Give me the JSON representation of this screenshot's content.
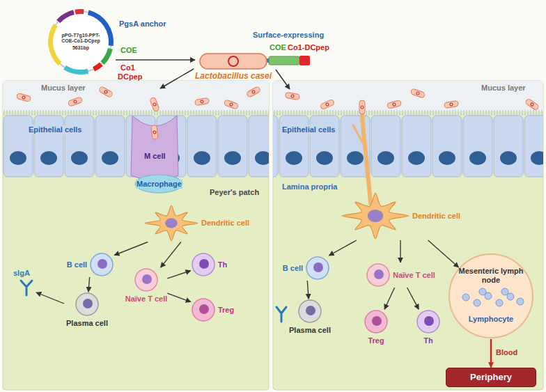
{
  "diagram": {
    "nodes": [
      {
        "text": [
          "pPG-T7g10-PPT-COE-Co1-DCpep",
          "5631bp"
        ]
      },
      {
        "text": [
          "Lactobacillus casei"
        ]
      },
      {
        "text": [
          "Dendritic cell"
        ]
      },
      {
        "text": [
          "B cell"
        ]
      },
      {
        "text": [
          "Plasma cell"
        ]
      },
      {
        "text": [
          "Naïve T cell"
        ]
      },
      {
        "text": [
          "Th"
        ]
      },
      {
        "text": [
          "Treg"
        ]
      },
      {
        "text": [
          "Dendritic cell"
        ]
      },
      {
        "text": [
          "B cell"
        ]
      },
      {
        "text": [
          "Plasma cell"
        ]
      },
      {
        "text": [
          "Naïve T cell"
        ]
      },
      {
        "text": [
          "Treg"
        ]
      },
      {
        "text": [
          "Th"
        ]
      },
      {
        "text": [
          "Mesenteric lymph node",
          "Lymphocyte"
        ]
      },
      {
        "text": [
          "Periphery"
        ]
      }
    ],
    "edges": [
      {
        "from": 0,
        "to": 1,
        "arrow": "to"
      },
      {
        "from": 2,
        "to": 3,
        "arrow": "to"
      },
      {
        "from": 2,
        "to": 5,
        "arrow": "to"
      },
      {
        "from": 3,
        "to": 4,
        "arrow": "to"
      },
      {
        "from": 5,
        "to": 6,
        "arrow": "to"
      },
      {
        "from": 5,
        "to": 7,
        "arrow": "to"
      },
      {
        "from": 8,
        "to": 9,
        "arrow": "to"
      },
      {
        "from": 8,
        "to": 11,
        "arrow": "to"
      },
      {
        "from": 9,
        "to": 10,
        "arrow": "to"
      },
      {
        "from": 11,
        "to": 12,
        "arrow": "to"
      },
      {
        "from": 11,
        "to": 13,
        "arrow": "to"
      },
      {
        "from": 8,
        "to": 14,
        "arrow": "to"
      },
      {
        "from": 14,
        "to": 15,
        "label": "Blood",
        "arrow": "to"
      }
    ],
    "labels": [
      "PgsA anchor",
      "COE",
      "Co1",
      "DCpep",
      "Surface-expressing",
      "COE",
      "Co1-DCpep",
      "Mucus layer",
      "Epithelial cells",
      "M cell",
      "Macrophage",
      "Peyer's patch",
      "sIgA",
      "Mucus layer",
      "Epithelial cells",
      "Lamina propria"
    ]
  }
}
